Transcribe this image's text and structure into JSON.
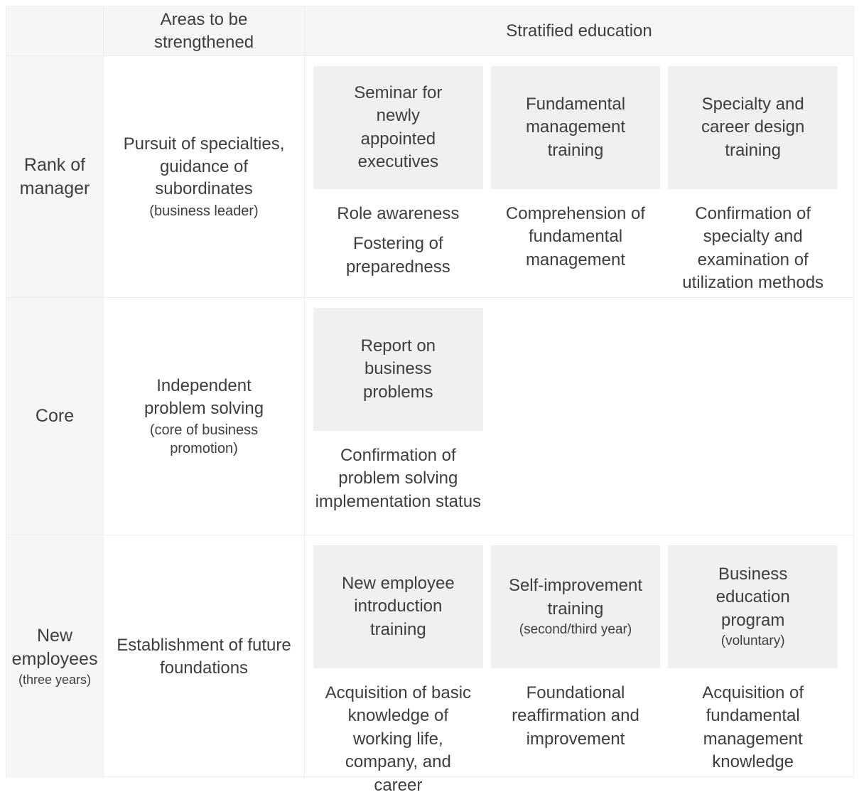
{
  "diagram": {
    "header": {
      "areas_label": "Areas to be strengthened",
      "stratified_label": "Stratified education"
    },
    "rows": [
      {
        "rank": {
          "label": "Rank of manager",
          "note": ""
        },
        "area": {
          "label": "Pursuit of specialties, guidance of subordinates",
          "note": "(business leader)"
        },
        "programs": [
          {
            "title": "Seminar for newly appointed executives",
            "note": "",
            "outcomes": [
              "Role awareness",
              "Fostering of preparedness"
            ]
          },
          {
            "title": "Fundamental management training",
            "note": "",
            "outcomes": [
              "Comprehension of fundamental management"
            ]
          },
          {
            "title": "Specialty and career design training",
            "note": "",
            "outcomes": [
              "Confirmation of specialty and examination of utilization methods"
            ]
          }
        ]
      },
      {
        "rank": {
          "label": "Core",
          "note": ""
        },
        "area": {
          "label": "Independent problem solving",
          "note": "(core of business promotion)"
        },
        "programs": [
          {
            "title": "Report on business problems",
            "note": "",
            "outcomes": [
              "Confirmation of problem solving implementation status"
            ]
          }
        ]
      },
      {
        "rank": {
          "label": "New employees",
          "note": "(three years)"
        },
        "area": {
          "label": "Establishment of future foundations",
          "note": ""
        },
        "programs": [
          {
            "title": "New employee introduction training",
            "note": "",
            "outcomes": [
              "Acquisition of basic knowledge of working life, company, and career"
            ]
          },
          {
            "title": "Self-improvement training",
            "note": "(second/third year)",
            "outcomes": [
              "Foundational reaffirmation and improvement"
            ]
          },
          {
            "title": "Business education program",
            "note": "(voluntary)",
            "outcomes": [
              "Acquisition of fundamental management knowledge"
            ]
          }
        ]
      }
    ],
    "colors": {
      "label_cell_bg": "#f6f6f6",
      "card_bg": "#f0f0f0",
      "border": "#ededed",
      "text": "#3e3e3e"
    }
  }
}
